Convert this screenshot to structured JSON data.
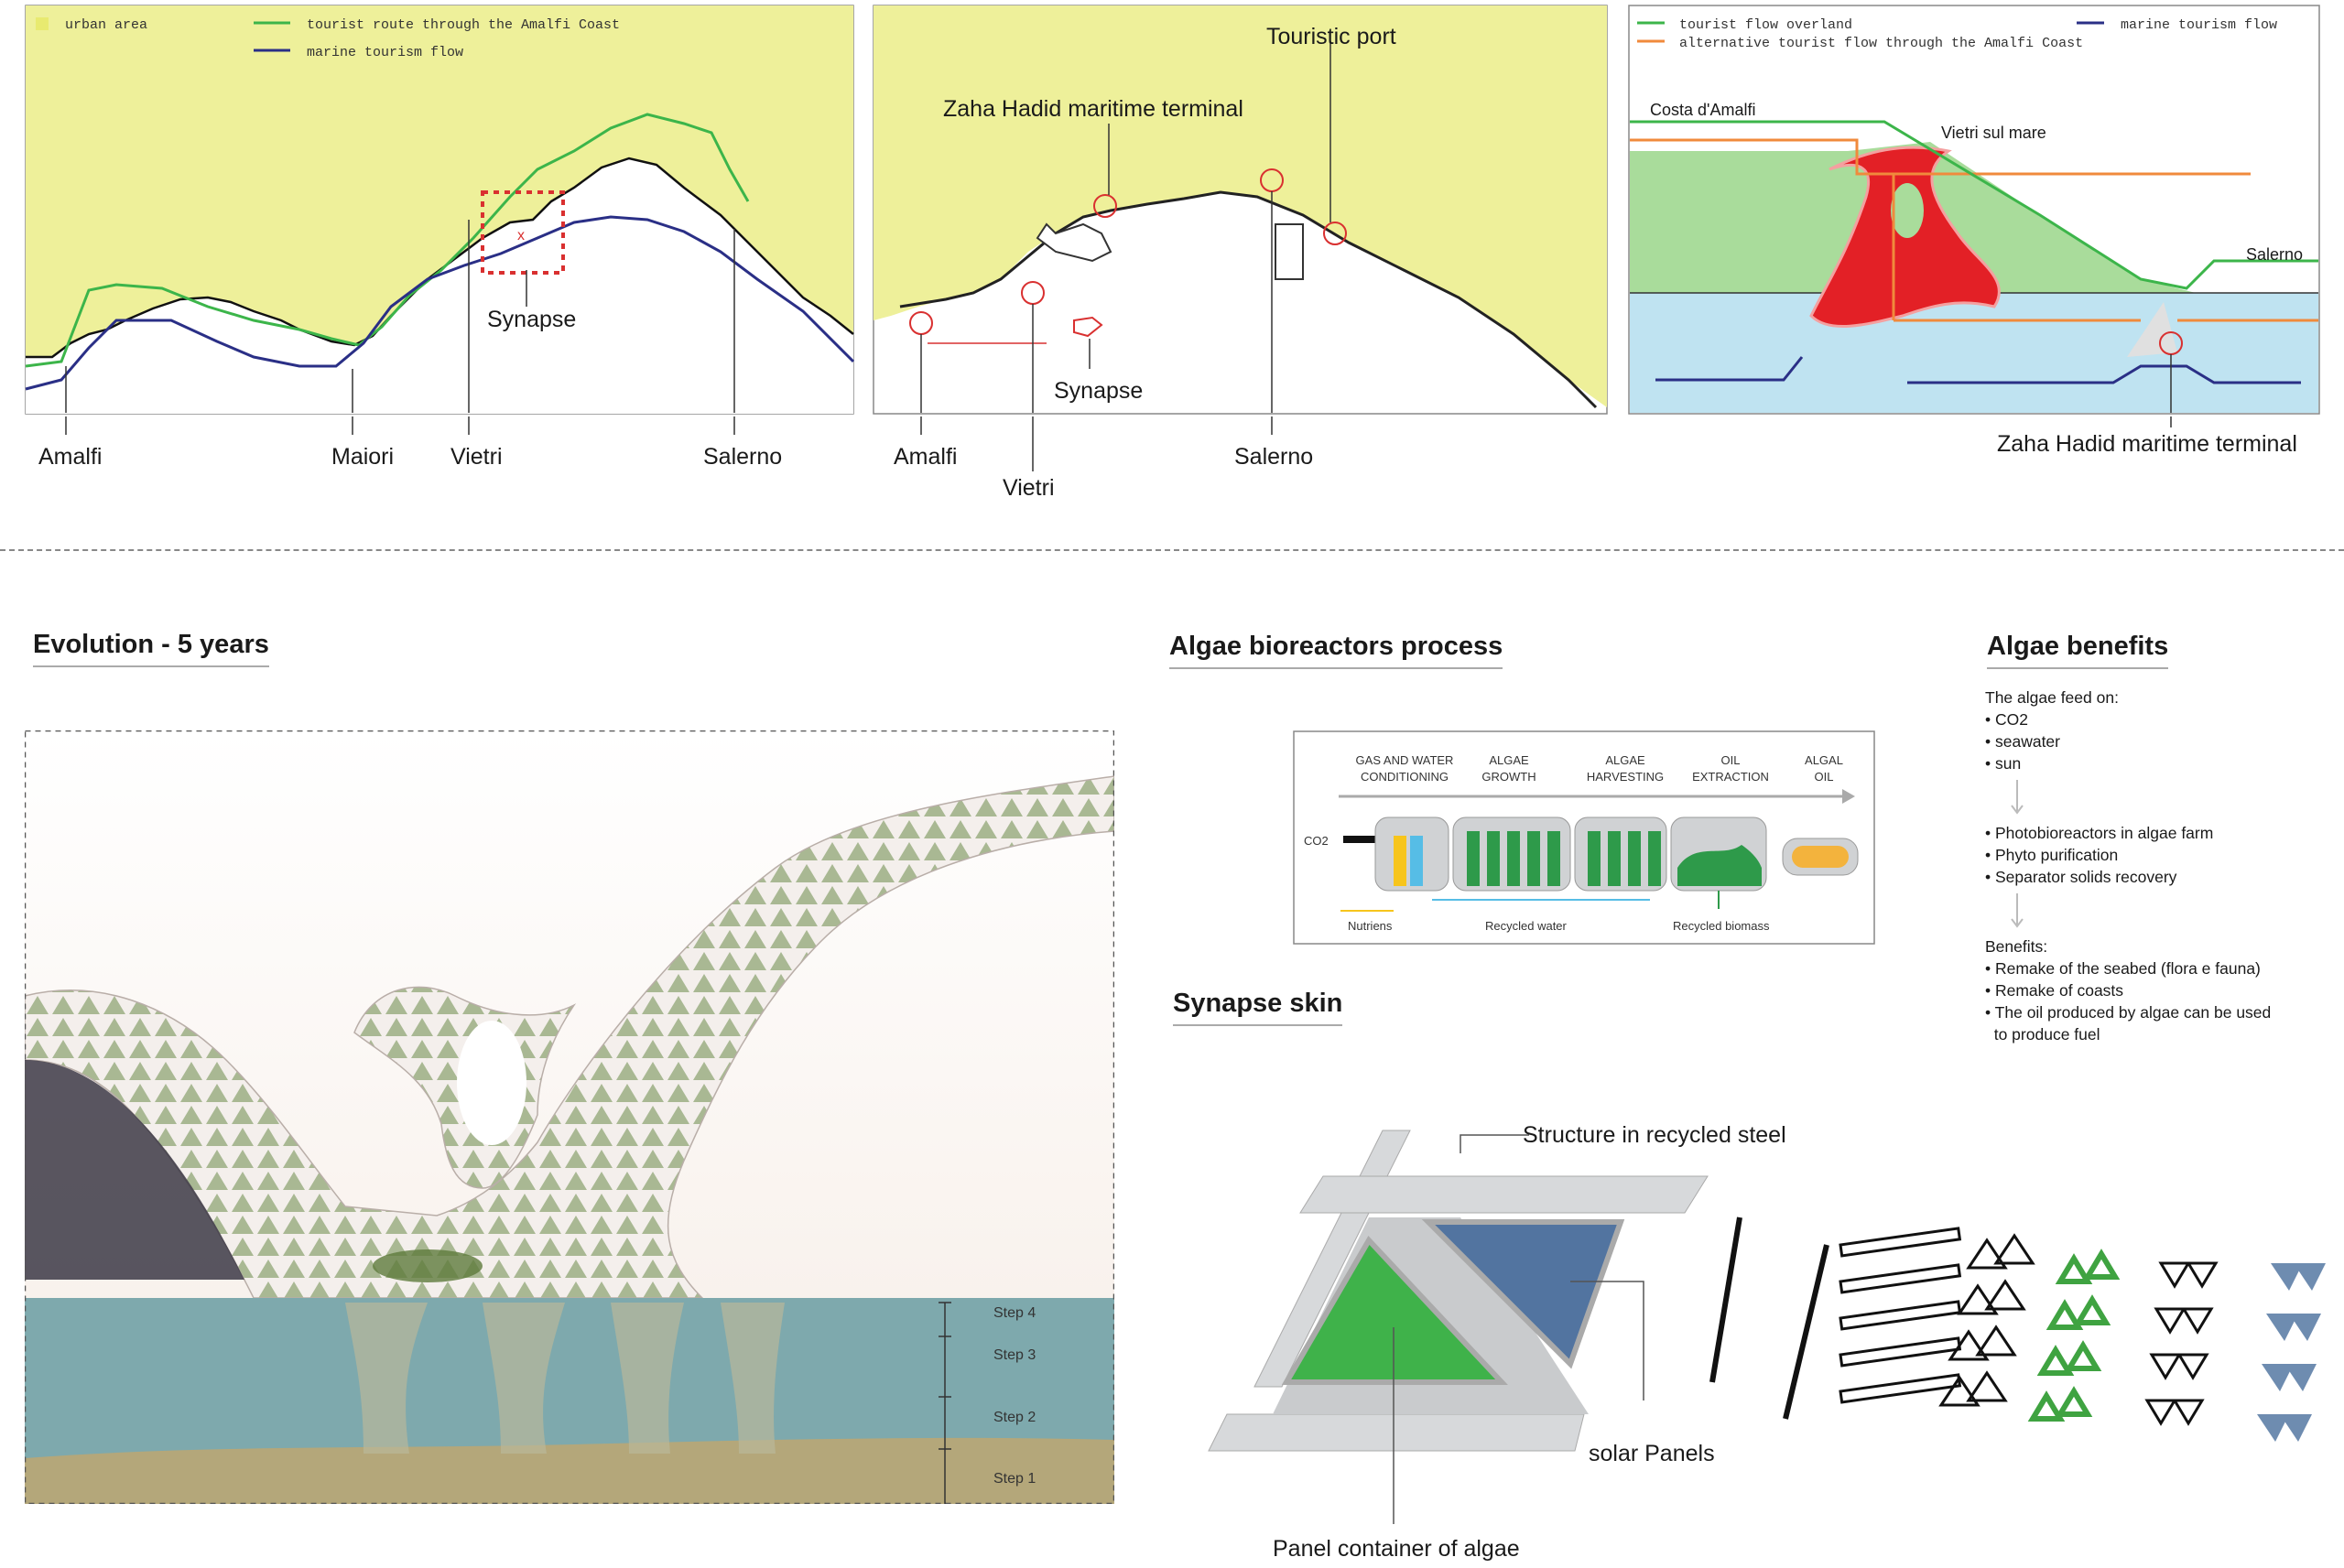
{
  "maps": {
    "map1": {
      "legend": {
        "urban": "urban area",
        "green_route": "tourist route through the Amalfi Coast",
        "marine": "marine tourism flow"
      },
      "labels": {
        "amalfi": "Amalfi",
        "maiori": "Maiori",
        "vietri": "Vietri",
        "salerno": "Salerno",
        "synapse": "Synapse",
        "x_mark": "x"
      }
    },
    "map2": {
      "labels": {
        "touristic_port": "Touristic port",
        "zaha_terminal": "Zaha Hadid maritime terminal",
        "synapse": "Synapse",
        "amalfi": "Amalfi",
        "vietri": "Vietri",
        "salerno": "Salerno"
      }
    },
    "map3": {
      "legend": {
        "overland": "tourist flow overland",
        "alternative": "alternative tourist flow through the Amalfi Coast",
        "marine": "marine tourism flow"
      },
      "labels": {
        "costa": "Costa d'Amalfi",
        "vietri_sul_mare": "Vietri sul mare",
        "salerno": "Salerno",
        "zaha_terminal": "Zaha Hadid maritime terminal"
      }
    },
    "colors": {
      "urban": "#eef09a",
      "green_route": "#3cb54a",
      "marine": "#2a2f86",
      "orange": "#f08a3c",
      "synapse_red": "#e32026",
      "sea": "#bfe3f1"
    }
  },
  "sections": {
    "evolution": "Evolution - 5 years",
    "algae_process": "Algae bioreactors process",
    "algae_benefits": "Algae benefits",
    "synapse_skin": "Synapse skin"
  },
  "evolution": {
    "steps": [
      "Step 4",
      "Step 3",
      "Step 2",
      "Step 1"
    ]
  },
  "bioreactor": {
    "stages": [
      {
        "line1": "GAS AND WATER",
        "line2": "CONDITIONING"
      },
      {
        "line1": "ALGAE",
        "line2": "GROWTH"
      },
      {
        "line1": "ALGAE",
        "line2": "HARVESTING"
      },
      {
        "line1": "OIL",
        "line2": "EXTRACTION"
      },
      {
        "line1": "ALGAL",
        "line2": "OIL"
      }
    ],
    "co2": "CO2",
    "nutriens": "Nutriens",
    "recycled_water": "Recycled water",
    "recycled_biomass": "Recycled biomass"
  },
  "benefits": {
    "feed_title": "The algae feed on:",
    "feed_items": [
      "• CO2",
      "• seawater",
      "• sun"
    ],
    "process_items": [
      "• Photobioreactors in algae farm",
      "• Phyto purification",
      "• Separator solids recovery"
    ],
    "benefits_title": "Benefits:",
    "benefit_items": [
      "• Remake of the seabed (flora e fauna)",
      "• Remake of coasts",
      "• The oil produced by algae can be used",
      "  to produce fuel"
    ]
  },
  "skin": {
    "structure": "Structure in recycled steel",
    "solar": "solar Panels",
    "container": "Panel container of algae"
  }
}
